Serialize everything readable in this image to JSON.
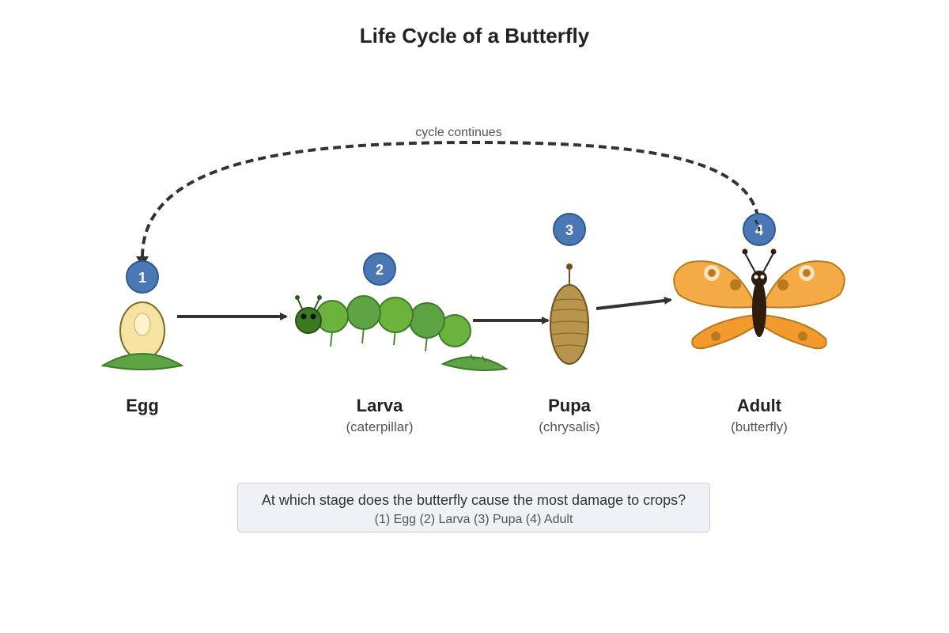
{
  "title": "Life Cycle of a Butterfly",
  "cycle_label": "cycle continues",
  "stages": [
    {
      "number": "1",
      "name": "Egg",
      "subtitle": ""
    },
    {
      "number": "2",
      "name": "Larva",
      "subtitle": "(caterpillar)"
    },
    {
      "number": "3",
      "name": "Pupa",
      "subtitle": "(chrysalis)"
    },
    {
      "number": "4",
      "name": "Adult",
      "subtitle": "(butterfly)"
    }
  ],
  "question": {
    "text": "At which stage does the butterfly cause the most damage to crops?",
    "options": "(1) Egg (2) Larva (3) Pupa (4) Adult"
  },
  "colors": {
    "badge": "#4a78b5",
    "arrow": "#333333",
    "leaf": "#5fa444",
    "caterpillar": "#6cb33e",
    "pupa": "#b8954d",
    "wing": "#f2a23a"
  }
}
